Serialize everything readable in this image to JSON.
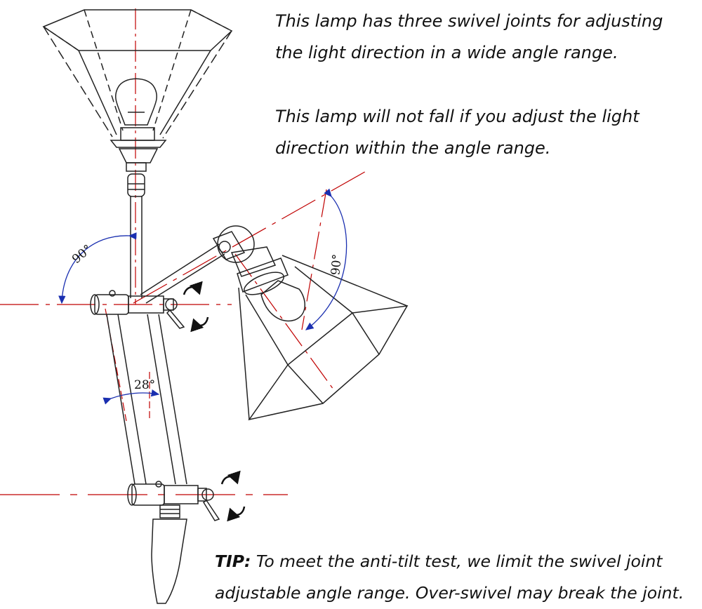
{
  "description": {
    "line1": "This lamp has three swivel joints for adjusting",
    "line2": "the light direction in a wide angle range.",
    "line3": "This lamp will not fall if you adjust the light",
    "line4": "direction within the angle range."
  },
  "tip": {
    "label": "TIP:",
    "line1": " To meet the anti-tilt test, we limit the swivel joint",
    "line2": "adjustable angle range. Over-swivel may break the joint."
  },
  "dimensions": {
    "upper_angle": "90°",
    "arm_angle": "90°",
    "base_angle": "28°"
  },
  "colors": {
    "line": "#222222",
    "centerline": "#c00000",
    "dimension": "#1a2fb0",
    "text": "#111111"
  },
  "icons": [
    "rotate-arrows-icon",
    "rotate-arrows-icon"
  ]
}
